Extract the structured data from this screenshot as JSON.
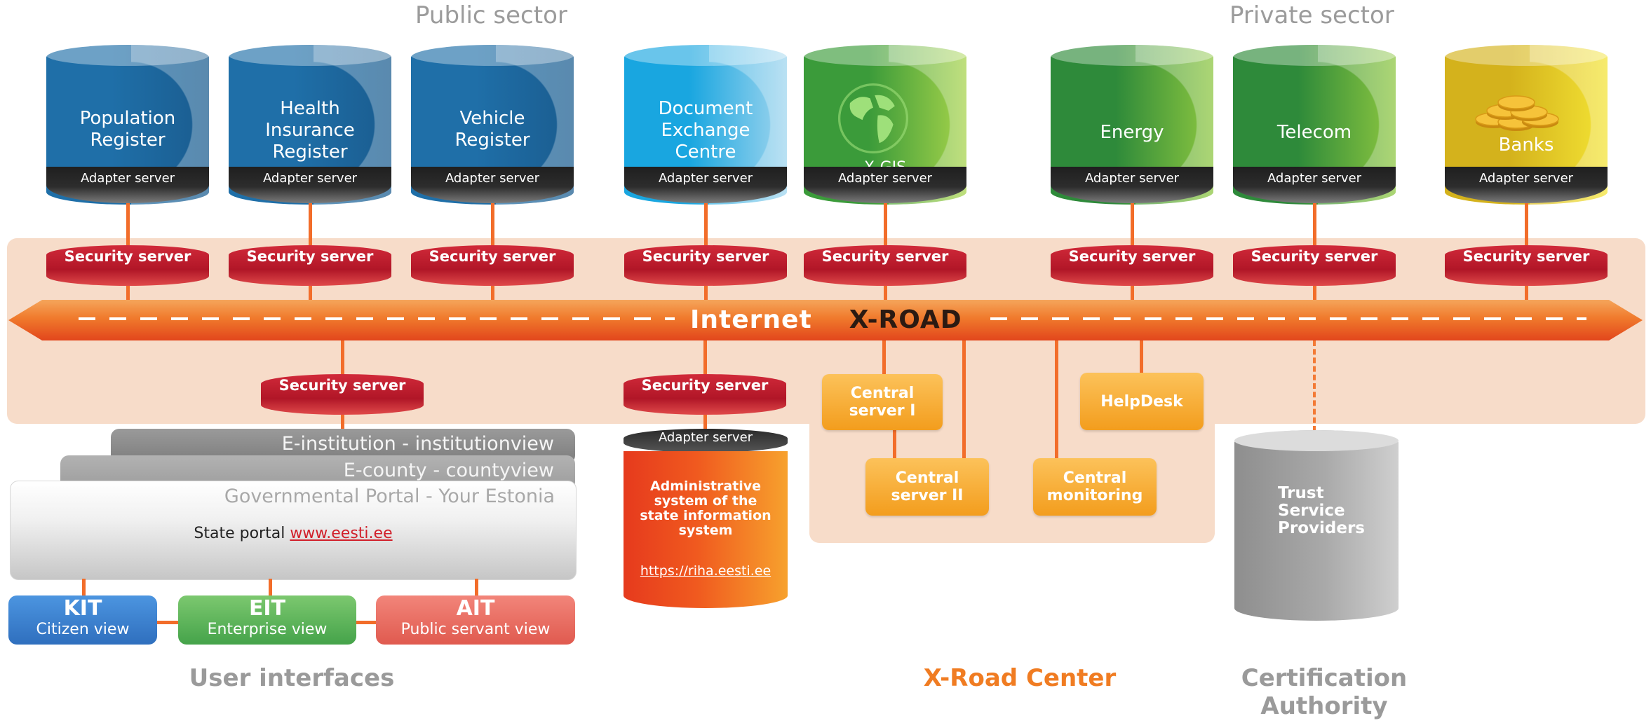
{
  "headings": {
    "public_sector": "Public sector",
    "private_sector": "Private sector",
    "user_interfaces": "User interfaces",
    "xroad_center": "X-Road Center",
    "certification_authority": "Certification\nAuthority"
  },
  "databases": [
    {
      "label": "Population\nRegister",
      "adapter": "Adapter server",
      "color_top": "#1f6fa8",
      "color_bottom": "#1a5c8f"
    },
    {
      "label": "Health\nInsurance\nRegister",
      "adapter": "Adapter server",
      "color_top": "#1f6fa8",
      "color_bottom": "#1a5c8f"
    },
    {
      "label": "Vehicle\nRegister",
      "adapter": "Adapter server",
      "color_top": "#1f6fa8",
      "color_bottom": "#1a5c8f"
    },
    {
      "label": "Document\nExchange\nCentre",
      "adapter": "Adapter server",
      "color_top": "#19a6e0",
      "color_bottom": "#9fd5ee"
    },
    {
      "label": "X-GIS",
      "adapter": "Adapter server",
      "color_top": "#3b9b3a",
      "color_bottom": "#a6d34a",
      "icon": "globe-icon"
    },
    {
      "label": "Energy",
      "adapter": "Adapter server",
      "color_top": "#2e8a3a",
      "color_bottom": "#8cc63f"
    },
    {
      "label": "Telecom",
      "adapter": "Adapter server",
      "color_top": "#2e8a3a",
      "color_bottom": "#8cc63f"
    },
    {
      "label": "Banks",
      "adapter": "Adapter server",
      "color_top": "#d4b21c",
      "color_bottom": "#f3e334",
      "icon": "coins-icon"
    }
  ],
  "security_server_label": "Security server",
  "internet": {
    "label_internet": "Internet",
    "label_xroad": "X-ROAD"
  },
  "central": {
    "server1": "Central\nserver I",
    "server2": "Central\nserver II",
    "monitoring": "Central\nmonitoring",
    "helpdesk": "HelpDesk"
  },
  "riha": {
    "adapter": "Adapter server",
    "description": "Administrative\nsystem of the\nstate information\nsystem",
    "link": "https://riha.eesti.ee"
  },
  "trust": {
    "label": "Trust\nService\nProviders"
  },
  "portals": {
    "e_institution": "E-institution - institutionview",
    "e_county": "E-county - countyview",
    "gov_portal": "Governmental Portal - Your Estonia",
    "state_portal_prefix": "State portal",
    "state_portal_link": "www.eesti.ee"
  },
  "views": [
    {
      "code": "KIT",
      "label": "Citizen view",
      "color": "#3e86d6"
    },
    {
      "code": "EIT",
      "label": "Enterprise view",
      "color": "#5cb85c"
    },
    {
      "code": "AIT",
      "label": "Public servant view",
      "color": "#ea6a61"
    }
  ],
  "colors": {
    "zone": "#f7dcc9",
    "orange_accent": "#f07c22",
    "security_red": "#c0192b"
  }
}
